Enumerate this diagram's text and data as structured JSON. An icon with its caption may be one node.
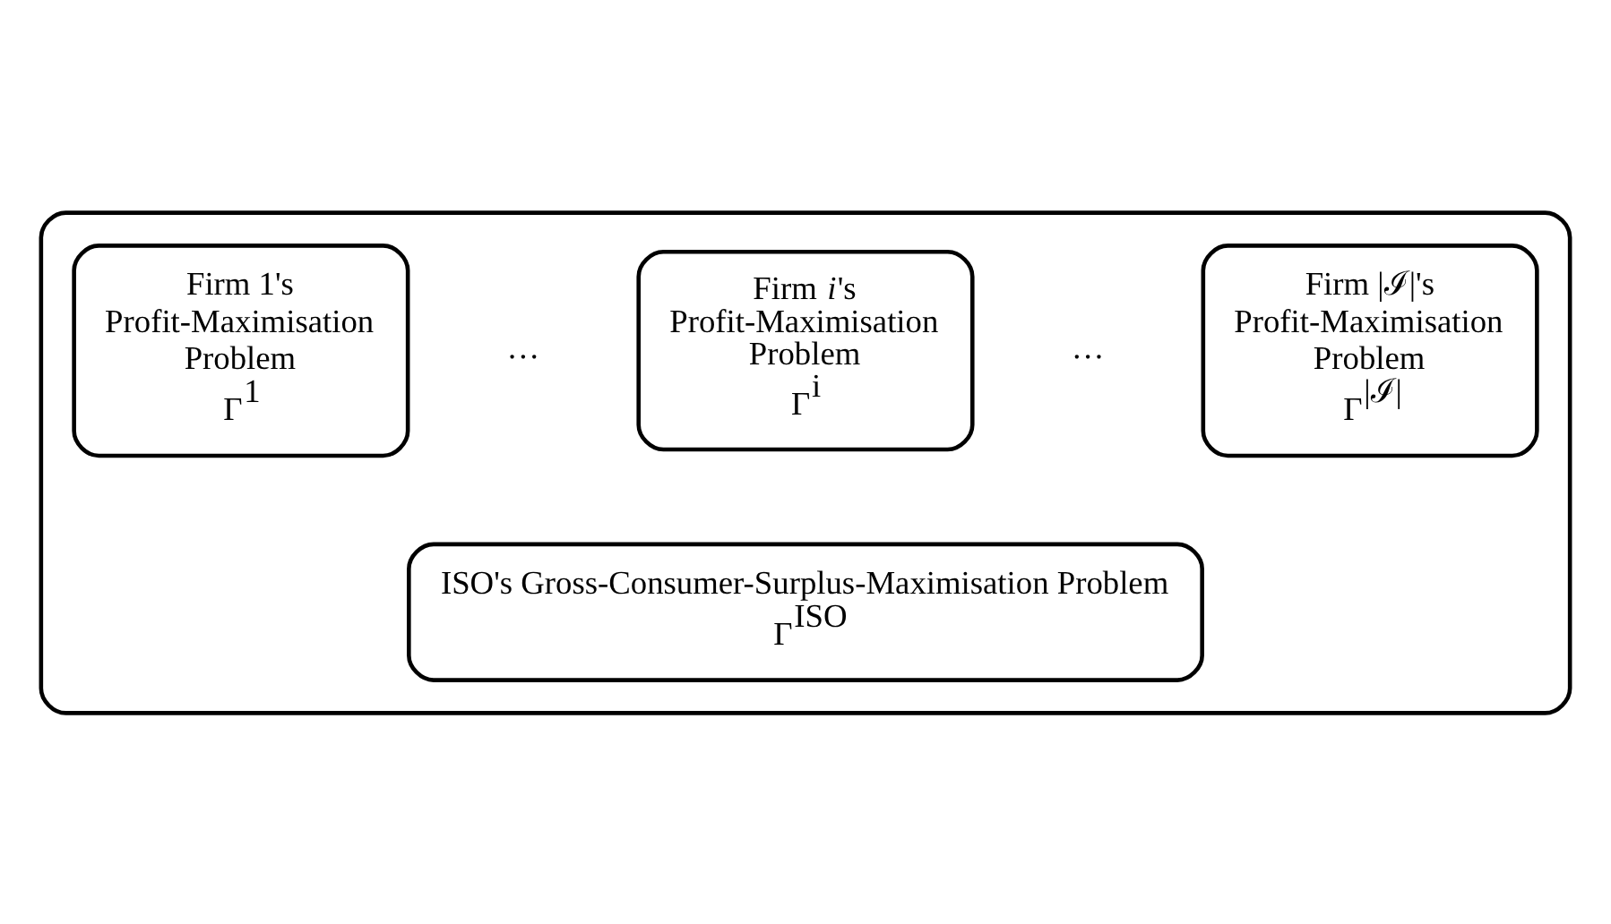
{
  "diagram": {
    "nodes": [
      {
        "text": [],
        "shape": "box"
      },
      {
        "text": [
          "Firm 1's Profit-Maximisation Problem",
          "Γ$^{1}$"
        ],
        "in": 0
      },
      {
        "text": [
          "Firm *i*'s Profit-Maximisation Problem",
          "Γ$^{i}$"
        ],
        "in": 0
      },
      {
        "text": [
          "Firm |ℐ|'s Profit-Maximisation Problem",
          "Γ$^{|ℐ|}$"
        ],
        "in": 0
      },
      {
        "text": [
          "ISO's Gross-Consumer-Surplus-Maximisation Problem",
          "Γ$^{ISO}$"
        ],
        "in": 0
      }
    ],
    "labels": [
      "…",
      "…"
    ]
  }
}
